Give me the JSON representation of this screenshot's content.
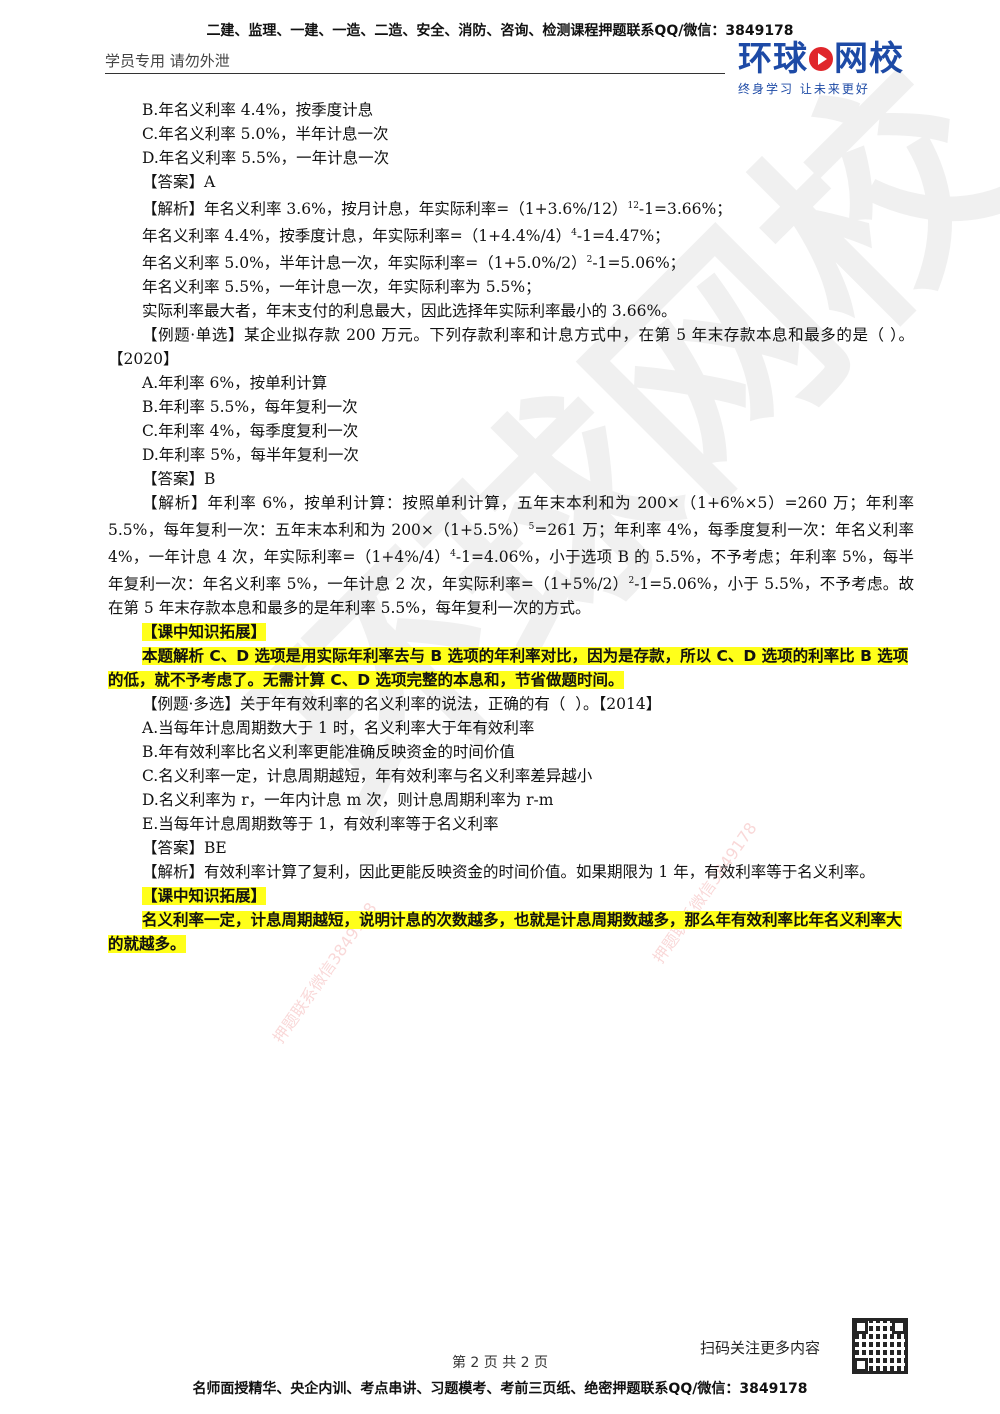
{
  "header": {
    "banner": "二建、监理、一建、一造、二造、安全、消防、咨询、检测课程押题联系QQ/微信：3849178",
    "note": "学员专用 请勿外泄",
    "logo_main_left": "环球",
    "logo_main_right": "网校",
    "logo_sub": "终身学习  让未来更好"
  },
  "q1": {
    "opt_b": "B.年名义利率 4.4%，按季度计息",
    "opt_c": "C.年名义利率 5.0%，半年计息一次",
    "opt_d": "D.年名义利率 5.5%，一年计息一次",
    "answer": "【答案】A",
    "analysis_1a": "【解析】年名义利率 3.6%，按月计息，年实际利率=（1+3.6%/12）",
    "analysis_1sup": "12",
    "analysis_1b": "-1=3.66%；",
    "analysis_2a": "年名义利率 4.4%，按季度计息，年实际利率=（1+4.4%/4）",
    "analysis_2sup": "4",
    "analysis_2b": "-1=4.47%；",
    "analysis_3a": "年名义利率 5.0%，半年计息一次，年实际利率=（1+5.0%/2）",
    "analysis_3sup": "2",
    "analysis_3b": "-1=5.06%；",
    "analysis_4": "年名义利率 5.5%，一年计息一次，年实际利率为 5.5%；",
    "analysis_5": "实际利率最大者，年末支付的利息最大，因此选择年实际利率最小的 3.66%。"
  },
  "q2": {
    "stem": "【例题·单选】某企业拟存款 200 万元。下列存款利率和计息方式中，在第 5 年末存款本息和最多的是（  ）。【2020】",
    "opt_a": "A.年利率 6%，按单利计算",
    "opt_b": "B.年利率 5.5%，每年复利一次",
    "opt_c": "C.年利率 4%，每季度复利一次",
    "opt_d": "D.年利率 5%，每半年复利一次",
    "answer": "【答案】B",
    "analysis_p1": "【解析】年利率 6%，按单利计算：按照单利计算，五年末本利和为 200×（1+6%×5）=260 万；年利率 5.5%，每年复利一次：五年末本利和为 200×（1+5.5%）",
    "analysis_sup1": "5",
    "analysis_p2": "=261 万；年利率 4%，每季度复利一次：年名义利率 4%，一年计息 4 次，年实际利率=（1+4%/4）",
    "analysis_sup2": "4",
    "analysis_p3": "-1=4.06%，小于选项 B 的 5.5%，不予考虑；年利率 5%，每半年复利一次：年名义利率 5%，一年计息 2 次，年实际利率=（1+5%/2）",
    "analysis_sup3": "2",
    "analysis_p4": "-1=5.06%，小于 5.5%，不予考虑。故在第 5 年末存款本息和最多的是年利率 5.5%，每年复利一次的方式。",
    "ext_title": "【课中知识拓展】",
    "ext_body": "本题解析 C、D 选项是用实际年利率去与 B 选项的年利率对比，因为是存款，所以 C、D 选项的利率比 B 选项的低，就不予考虑了。无需计算 C、D 选项完整的本息和，节省做题时间。"
  },
  "q3": {
    "stem": "【例题·多选】关于年有效利率的名义利率的说法，正确的有（  ）。【2014】",
    "opt_a": "A.当每年计息周期数大于 1 时，名义利率大于年有效利率",
    "opt_b": "B.年有效利率比名义利率更能准确反映资金的时间价值",
    "opt_c": "C.名义利率一定，计息周期越短，年有效利率与名义利率差异越小",
    "opt_d": "D.名义利率为 r，一年内计息 m 次，则计息周期利率为 r-m",
    "opt_e": "E.当每年计息周期数等于 1，有效利率等于名义利率",
    "answer": "【答案】BE",
    "analysis": "【解析】有效利率计算了复利，因此更能反映资金的时间价值。如果期限为 1 年，有效利率等于名义利率。",
    "ext_title": "【课中知识拓展】",
    "ext_body": "名义利率一定，计息周期越短，说明计息的次数越多，也就是计息周期数越多，那么年有效利率比年名义利率大的就越多。"
  },
  "watermark": {
    "big": "环球网校",
    "small_1": "押题联系微信3849178",
    "small_2": "押题联系微信3849178"
  },
  "footer": {
    "scan": "扫码关注更多内容",
    "page": "第 2 页 共 2 页",
    "banner": "名师面授精华、央企内训、考点串讲、习题模考、考前三页纸、绝密押题联系QQ/微信：3849178"
  }
}
